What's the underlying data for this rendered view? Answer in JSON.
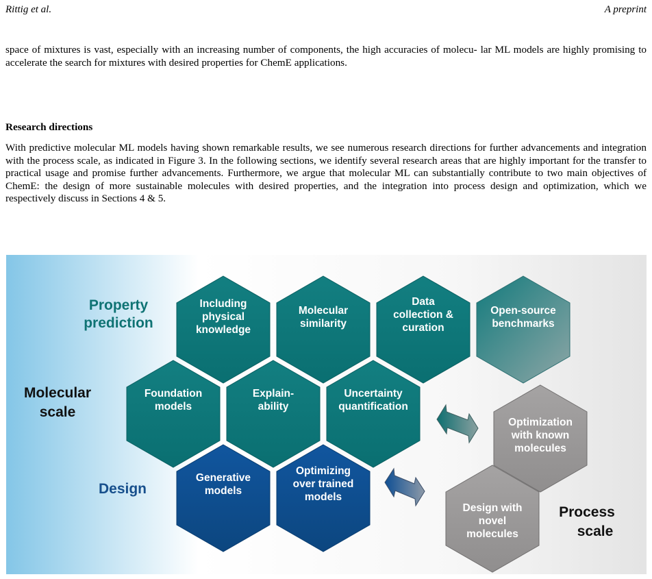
{
  "header": {
    "left": "Rittig et al.",
    "right": "A preprint"
  },
  "paragraphs": {
    "intro_lines": [
      "space of mixtures is vast, especially with an increasing number of components, the high accuracies of molecu-",
      "lar ML models are highly promising to accelerate the search for mixtures with desired properties for ChemE applications."
    ],
    "section_heading": "Research directions",
    "body_lines": [
      "With predictive molecular ML models having shown remarkable results, we see numerous research directions for further",
      "advancements and integration with the process scale, as indicated in Figure 3. In the following sections, we identify",
      "several research areas that are highly important for the transfer to practical usage and promise further advancements.",
      "Furthermore, we argue that molecular ML can substantially contribute to two main objectives of ChemE: the design of",
      "more sustainable molecules with desired properties, and the integration into process design and optimization, which we",
      "respectively discuss in Sections 4 & 5."
    ]
  },
  "figure": {
    "colors": {
      "teal": "#0f7a7c",
      "blue": "#0f4f94",
      "gray": "#9c9a9a",
      "teal_text": "#0f7374",
      "blue_text": "#174f8c"
    },
    "labels": {
      "property": [
        "Property",
        "prediction"
      ],
      "molecular": [
        "Molecular",
        "scale"
      ],
      "design": [
        "Design"
      ],
      "process": [
        "Process",
        "scale"
      ]
    },
    "hexagons": {
      "physical": [
        "Including",
        "physical",
        "knowledge"
      ],
      "similarity": [
        "Molecular",
        "similarity"
      ],
      "data": [
        "Data",
        "collection &",
        "curation"
      ],
      "benchmarks": [
        "Open-source",
        "benchmarks"
      ],
      "foundation": [
        "Foundation",
        "models"
      ],
      "explain": [
        "Explain-",
        "ability"
      ],
      "uncertainty": [
        "Uncertainty",
        "quantification"
      ],
      "generative": [
        "Generative",
        "models"
      ],
      "optimizing": [
        "Optimizing",
        "over trained",
        "models"
      ],
      "opt_known": [
        "Optimization",
        "with known",
        "molecules"
      ],
      "design_novel": [
        "Design with",
        "novel",
        "molecules"
      ]
    }
  }
}
